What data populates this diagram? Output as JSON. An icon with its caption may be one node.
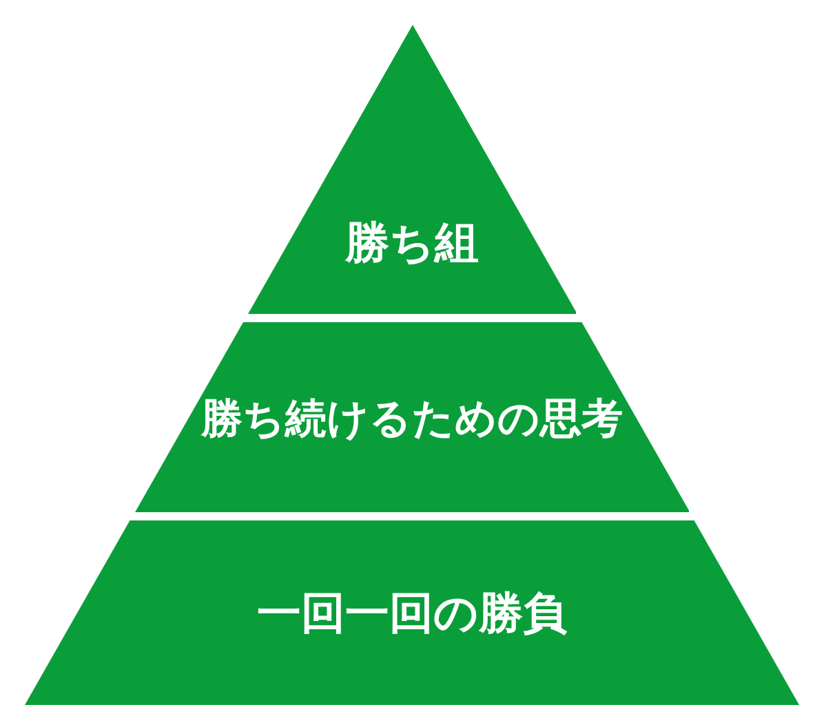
{
  "diagram": {
    "nodes": [
      {
        "text": [
          "勝ち組"
        ]
      },
      {
        "text": [
          "勝ち続けるための思考"
        ]
      },
      {
        "text": [
          "一回一回の勝負"
        ]
      }
    ]
  }
}
